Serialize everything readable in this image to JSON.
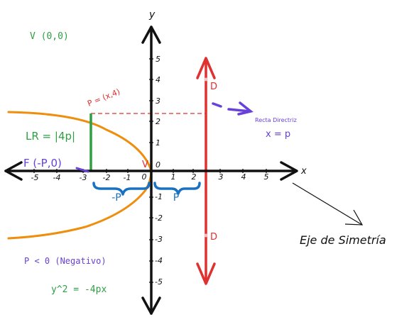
{
  "colors": {
    "axis": "#111111",
    "parabola": "#ee8e0c",
    "directrix": "#e03131",
    "latus_rectum": "#2f9e44",
    "text_green": "#2f9e44",
    "text_purple": "#6741d9",
    "text_red": "#e03131",
    "text_blue": "#1971c2",
    "brace_blue": "#1971c2",
    "arrow_purple": "#6741d9"
  },
  "axes": {
    "x_name": "x",
    "y_name": "y",
    "x_ticks": [
      "-5",
      "-4",
      "-3",
      "-2",
      "-1",
      "0",
      "1",
      "2",
      "3",
      "4",
      "5"
    ],
    "y_ticks_pos": [
      "5",
      "4",
      "3",
      "2",
      "1",
      "0"
    ],
    "y_ticks_neg": [
      "-1",
      "-2",
      "-3",
      "-4",
      "-5"
    ]
  },
  "labels": {
    "vertex_coord": "V (0,0)",
    "vertex_mark": "V",
    "latus_rectum": "LR = |4p|",
    "focus": "F (-P,0)",
    "point": "P = (x,4)",
    "directrix_caption": "Recta Directriz",
    "directrix_eq": "x = p",
    "d_top": "D",
    "d_bottom": "D",
    "neg_p": "-P",
    "pos_p": "P",
    "symmetry_axis": "Eje de Simetría",
    "condition": "P < 0 (Negativo)",
    "equation": "y^2 = -4px"
  }
}
